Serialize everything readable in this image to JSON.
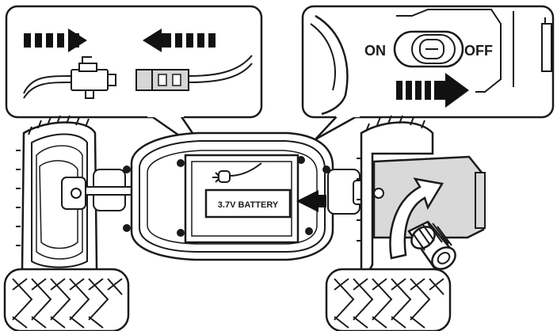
{
  "labels": {
    "switch_on": "ON",
    "switch_off": "OFF",
    "battery": "3.7V BATTERY"
  },
  "icons": {
    "connect_arrow_right": "arrow-right-icon",
    "connect_arrow_left": "arrow-left-icon",
    "switch_arrow": "arrow-right-icon",
    "battery_insert_arrow": "arrow-left-icon",
    "cover_open_arrow": "curved-arrow-icon"
  },
  "colors": {
    "line": "#1a1a1a",
    "arrow_fill": "#111111",
    "connector_fill": "#d6d6d6",
    "cover_fill": "#d9d9d9",
    "curved_arrow_fill": "#ffffff"
  }
}
